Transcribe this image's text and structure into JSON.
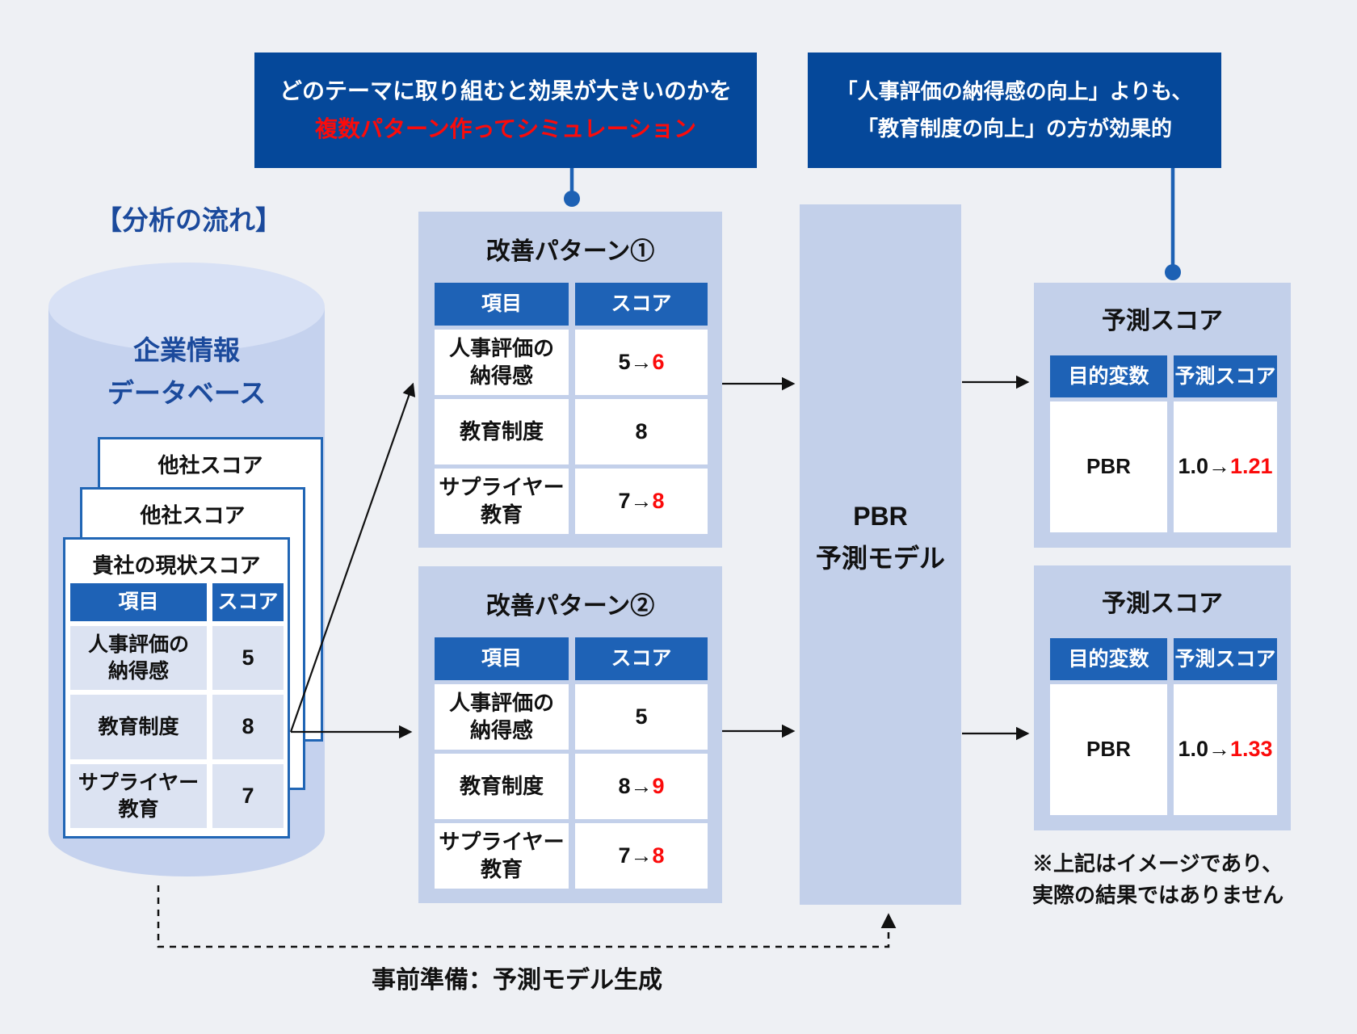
{
  "colors": {
    "background": "#eef0f4",
    "banner_blue": "#05489a",
    "table_header_blue": "#1e62b6",
    "panel_light_blue": "#c3d0ea",
    "cylinder_body": "#c5d2ee",
    "cylinder_top": "#d8e1f5",
    "row_light_blue": "#dce3f2",
    "dark_blue_text": "#1b4a9c",
    "card_border_blue": "#2166b5",
    "highlight_red": "#fb0b0b",
    "arrow_black": "#111111"
  },
  "callout_left": {
    "line1": "どのテーマに取り組むと効果が大きいのかを",
    "line2": "複数パターン作ってシミュレーション"
  },
  "callout_right": {
    "line1": "「人事評価の納得感の向上」よりも、",
    "line2": "「教育制度の向上」の方が効果的"
  },
  "flow_title": "【分析の流れ】",
  "database": {
    "label": [
      "企業情報",
      "データベース"
    ],
    "cards": [
      {
        "title": "他社スコア"
      },
      {
        "title": "他社スコア"
      },
      {
        "title": "貴社の現状スコア",
        "headers": [
          "項目",
          "スコア"
        ],
        "rows": [
          {
            "item": [
              "人事評価の",
              "納得感"
            ],
            "score": "5"
          },
          {
            "item": "教育制度",
            "score": "8"
          },
          {
            "item": [
              "サプライヤー",
              "教育"
            ],
            "score": "7"
          }
        ]
      }
    ]
  },
  "patterns": [
    {
      "title": "改善パターン①",
      "headers": [
        "項目",
        "スコア"
      ],
      "rows": [
        {
          "item": [
            "人事評価の",
            "納得感"
          ],
          "score_plain": "5→",
          "score_red": "6"
        },
        {
          "item": "教育制度",
          "score_plain": "8",
          "score_red": ""
        },
        {
          "item": [
            "サプライヤー",
            "教育"
          ],
          "score_plain": "7→",
          "score_red": "8"
        }
      ]
    },
    {
      "title": "改善パターン②",
      "headers": [
        "項目",
        "スコア"
      ],
      "rows": [
        {
          "item": [
            "人事評価の",
            "納得感"
          ],
          "score_plain": "5",
          "score_red": ""
        },
        {
          "item": "教育制度",
          "score_plain": "8→",
          "score_red": "9"
        },
        {
          "item": [
            "サプライヤー",
            "教育"
          ],
          "score_plain": "7→",
          "score_red": "8"
        }
      ]
    }
  ],
  "model": {
    "label": [
      "PBR",
      "予測モデル"
    ]
  },
  "predictions": [
    {
      "title": "予測スコア",
      "headers": [
        "目的変数",
        "予測スコア"
      ],
      "row": {
        "variable": "PBR",
        "score_plain": "1.0→",
        "score_red": "1.21"
      }
    },
    {
      "title": "予測スコア",
      "headers": [
        "目的変数",
        "予測スコア"
      ],
      "row": {
        "variable": "PBR",
        "score_plain": "1.0→",
        "score_red": "1.33"
      }
    }
  ],
  "note": [
    "※上記はイメージであり、",
    "実際の結果ではありません"
  ],
  "bottom_label": "事前準備：予測モデル生成"
}
